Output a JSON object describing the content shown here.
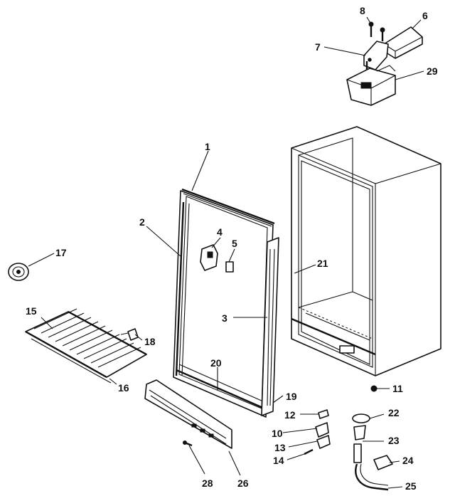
{
  "diagram": {
    "callouts": [
      {
        "id": "1",
        "label": "1"
      },
      {
        "id": "2",
        "label": "2"
      },
      {
        "id": "3",
        "label": "3"
      },
      {
        "id": "4",
        "label": "4"
      },
      {
        "id": "5",
        "label": "5"
      },
      {
        "id": "6",
        "label": "6"
      },
      {
        "id": "7",
        "label": "7"
      },
      {
        "id": "8",
        "label": "8"
      },
      {
        "id": "10",
        "label": "10"
      },
      {
        "id": "11",
        "label": "11"
      },
      {
        "id": "12",
        "label": "12"
      },
      {
        "id": "13",
        "label": "13"
      },
      {
        "id": "14",
        "label": "14"
      },
      {
        "id": "15",
        "label": "15"
      },
      {
        "id": "16",
        "label": "16"
      },
      {
        "id": "17",
        "label": "17"
      },
      {
        "id": "18",
        "label": "18"
      },
      {
        "id": "19",
        "label": "19"
      },
      {
        "id": "20",
        "label": "20"
      },
      {
        "id": "21",
        "label": "21"
      },
      {
        "id": "22",
        "label": "22"
      },
      {
        "id": "23",
        "label": "23"
      },
      {
        "id": "24",
        "label": "24"
      },
      {
        "id": "25",
        "label": "25"
      },
      {
        "id": "26",
        "label": "26"
      },
      {
        "id": "28",
        "label": "28"
      },
      {
        "id": "29",
        "label": "29"
      }
    ]
  }
}
